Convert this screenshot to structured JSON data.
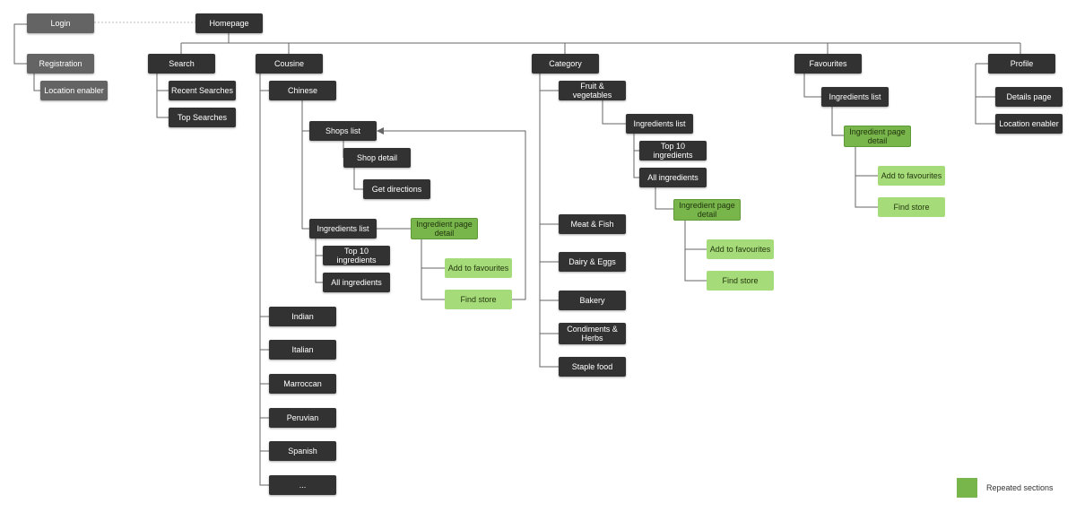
{
  "colors": {
    "primary_node": "#323232",
    "auth_node": "#646464",
    "repeated_section": "#78b64c",
    "repeated_section_light": "#a6db7a",
    "connector": "#666666"
  },
  "legend": {
    "label": "Repeated sections"
  },
  "nodes": {
    "login": "Login",
    "registration": "Registration",
    "location_enabler_auth": "Location enabler",
    "homepage": "Homepage",
    "search": "Search",
    "recent_searches": "Recent Searches",
    "top_searches": "Top Searches",
    "cousine": "Cousine",
    "chinese": "Chinese",
    "shops_list": "Shops list",
    "shop_detail": "Shop detail",
    "get_directions": "Get directions",
    "ingredients_list_chinese": "Ingredients list",
    "ingredient_page_detail_chinese": "Ingredient page detail",
    "top10_chinese": "Top 10 ingredients",
    "all_ingredients_chinese": "All ingredients",
    "add_to_favourites_chinese": "Add to favourites",
    "find_store_chinese": "Find store",
    "indian": "Indian",
    "italian": "Italian",
    "marroccan": "Marroccan",
    "peruvian": "Peruvian",
    "spanish": "Spanish",
    "more": "...",
    "category": "Category",
    "fruit_vegetables": "Fruit & vegetables",
    "ingredients_list_category": "Ingredients list",
    "top10_category": "Top 10 ingredients",
    "all_ingredients_category": "All ingredients",
    "ingredient_page_detail_category": "Ingredient page detail",
    "add_to_favourites_category": "Add to favourites",
    "find_store_category": "Find store",
    "meat_fish": "Meat & Fish",
    "dairy_eggs": "Dairy & Eggs",
    "bakery": "Bakery",
    "condiments_herbs": "Condiments & Herbs",
    "staple_food": "Staple food",
    "favourites": "Favourites",
    "ingredients_list_favourites": "Ingredients list",
    "ingredient_page_detail_favourites": "Ingredient page detail",
    "add_to_favourites_favourites": "Add to favourites",
    "find_store_favourites": "Find store",
    "profile": "Profile",
    "details_page": "Details page",
    "location_enabler_profile": "Location enabler"
  }
}
